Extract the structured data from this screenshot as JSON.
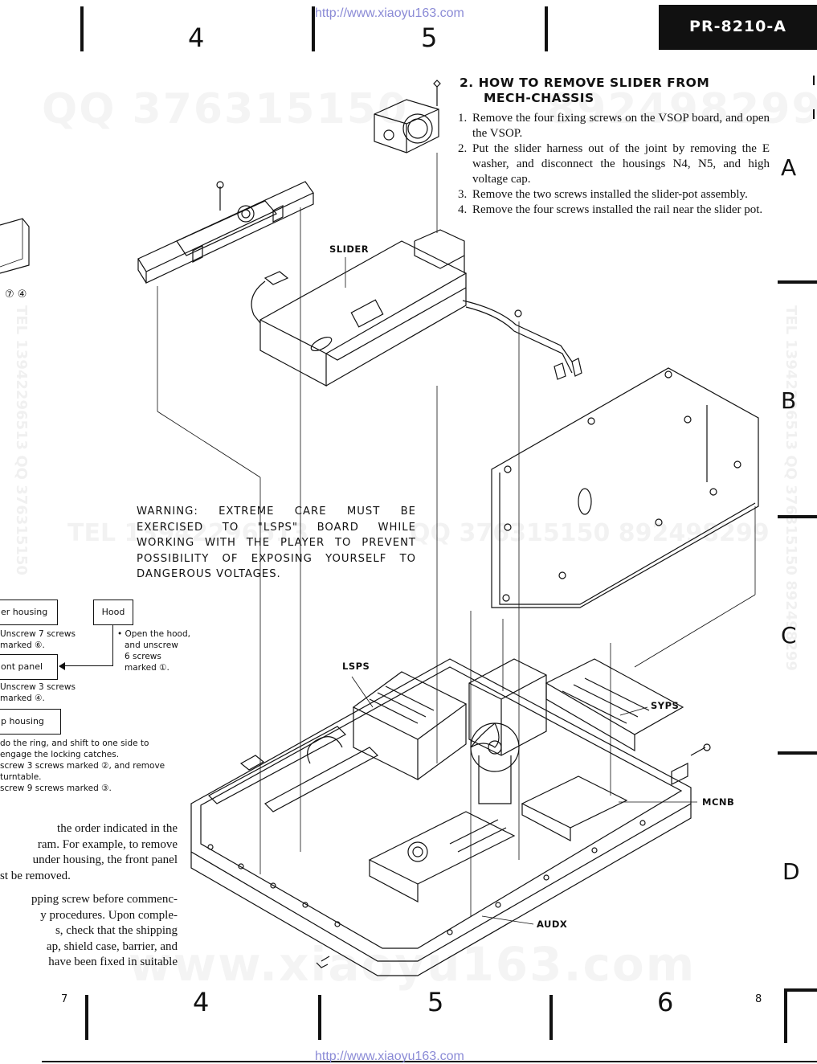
{
  "header": {
    "watermark_url": "http://www.xiaoyu163.com",
    "col_top": [
      "4",
      "5"
    ],
    "model": "PR-8210-A"
  },
  "watermarks": {
    "qq": "QQ 376315150",
    "qq_right": "892498299",
    "tel": "TEL 13942296513",
    "tel_mid": "QQ 376315150  892498299",
    "vertical_left": "TEL 13942296513  QQ 376315150",
    "vertical_right": "TEL 13942296513  QQ 376315150 892498299",
    "bottom": "www.xiaoyu163.com"
  },
  "row_letters": [
    "A",
    "B",
    "C",
    "D"
  ],
  "section": {
    "title_line1": "2.  HOW TO REMOVE SLIDER FROM",
    "title_line2": "MECH-CHASSIS",
    "steps": [
      {
        "n": "1.",
        "text": "Remove the four fixing screws on the VSOP board, and open the VSOP."
      },
      {
        "n": "2.",
        "text": "Put the slider harness out of the joint by removing the E washer, and disconnect the housings N4, N5, and high voltage cap."
      },
      {
        "n": "3.",
        "text": "Remove the two screws installed the slider-pot assembly."
      },
      {
        "n": "4.",
        "text": "Remove the four screws installed the rail near the slider pot."
      }
    ]
  },
  "warning": "WARNING: EXTREME CARE MUST BE EXERCISED TO \"LSPS\" BOARD WHILE WORKING WITH THE PLAYER TO PREVENT POSSIBILITY OF EXPOSING YOURSELF TO DANGEROUS VOLTAGES.",
  "labels": {
    "slider": "SLIDER",
    "lsps": "LSPS",
    "syps": "SYPS",
    "mcnb": "MCNB",
    "audx": "AUDX"
  },
  "left_panel": {
    "fig_marks": "⑦  ④",
    "box_housing": "er housing",
    "unscrew7": [
      "Unscrew 7 screws",
      "marked ⑥."
    ],
    "box_hood": "Hood",
    "hood_note": [
      "• Open the hood,",
      "and unscrew",
      "6 screws",
      "marked ①."
    ],
    "box_front": "ont panel",
    "unscrew3": [
      "Unscrew 3 screws",
      "marked ④."
    ],
    "box_housing2": "p housing",
    "ring_notes": [
      "do the ring, and shift to one side to",
      "engage the locking catches.",
      "screw 3 screws marked ②, and remove",
      "turntable.",
      "screw 9 screws marked ③."
    ],
    "para1": [
      " the order indicated in the",
      "ram. For example, to remove",
      "under housing, the front panel",
      "st be removed."
    ],
    "para2": [
      "pping screw before commenc-",
      "y procedures. Upon comple-",
      "s, check that the shipping",
      "ap, shield case, barrier, and",
      "have been fixed in suitable"
    ]
  },
  "footer": {
    "page_left": "7",
    "col_bottom": [
      "4",
      "5",
      "6"
    ],
    "page_right": "8",
    "watermark_url": "http://www.xiaoyu163.com"
  }
}
